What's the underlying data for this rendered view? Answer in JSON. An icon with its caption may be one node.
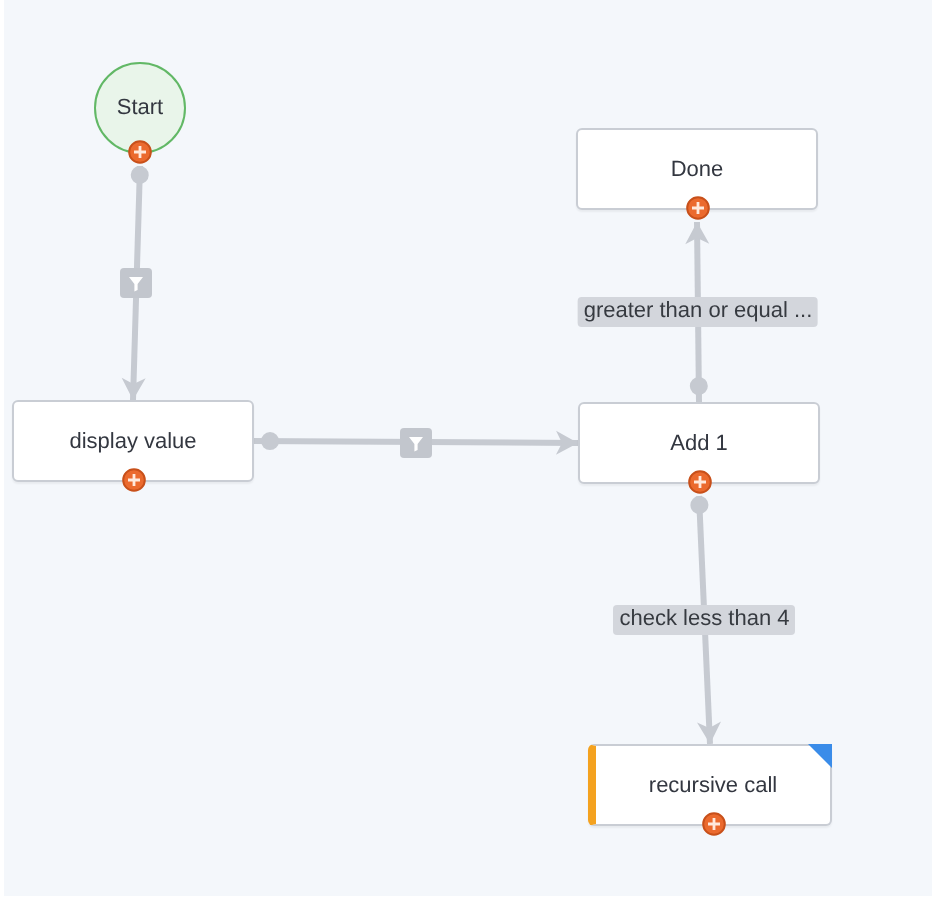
{
  "diagram": {
    "nodes": [
      {
        "text": [
          "Start"
        ]
      },
      {
        "text": [
          "Done"
        ]
      },
      {
        "text": [
          "display value"
        ]
      },
      {
        "text": [
          "Add 1"
        ]
      },
      {
        "text": [
          "recursive call"
        ]
      }
    ],
    "edges": [
      {
        "from": 0,
        "to": 2,
        "arrow": "to"
      },
      {
        "from": 2,
        "to": 3,
        "arrow": "to"
      },
      {
        "from": 3,
        "to": 1,
        "arrow": "to",
        "label": "greater than or equal ..."
      },
      {
        "from": 3,
        "to": 4,
        "arrow": "to",
        "label": "check less than 4"
      }
    ]
  }
}
